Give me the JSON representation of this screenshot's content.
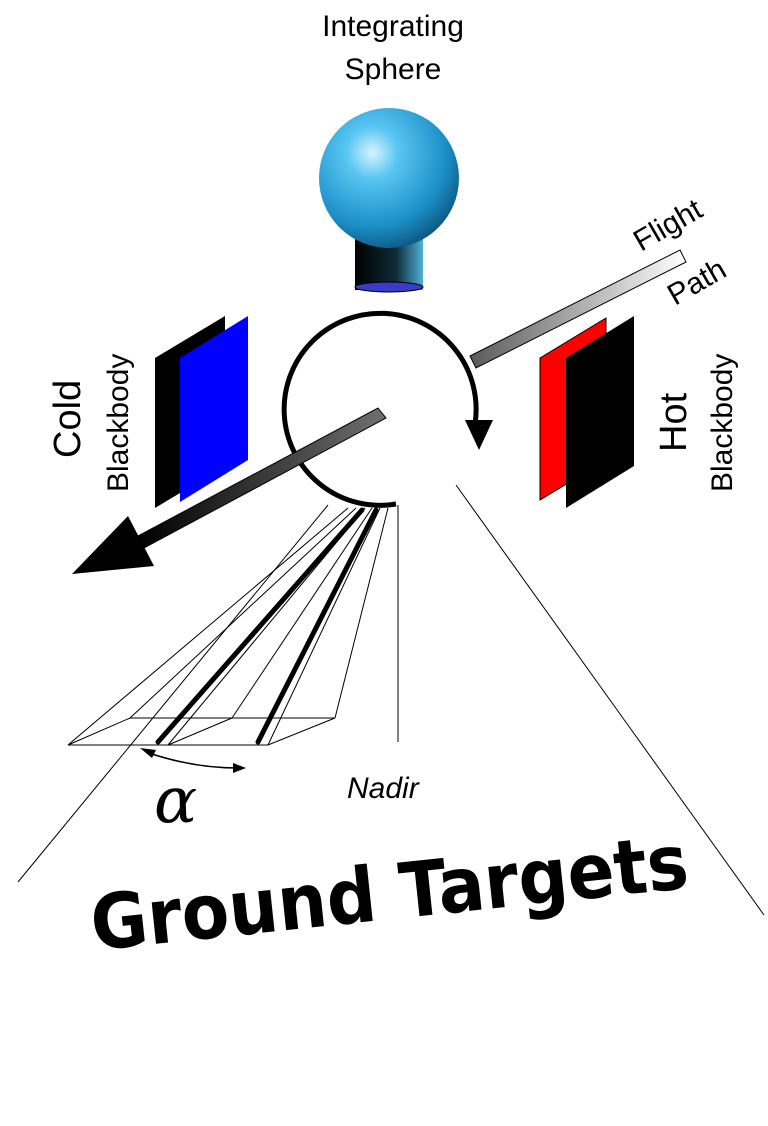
{
  "labels": {
    "integrating_line1": "Integrating",
    "integrating_line2": "Sphere",
    "flight": "Flight",
    "path": "Path",
    "cold": "Cold",
    "cold_blackbody": "Blackbody",
    "hot": "Hot",
    "hot_blackbody": "Blackbody",
    "ground_targets": "Ground Targets",
    "nadir": "Nadir",
    "alpha": "α"
  },
  "colors": {
    "sphere": "#2a9fd6",
    "cold_panel": "#0000ff",
    "hot_panel": "#ff0000",
    "panel_back": "#000000"
  }
}
